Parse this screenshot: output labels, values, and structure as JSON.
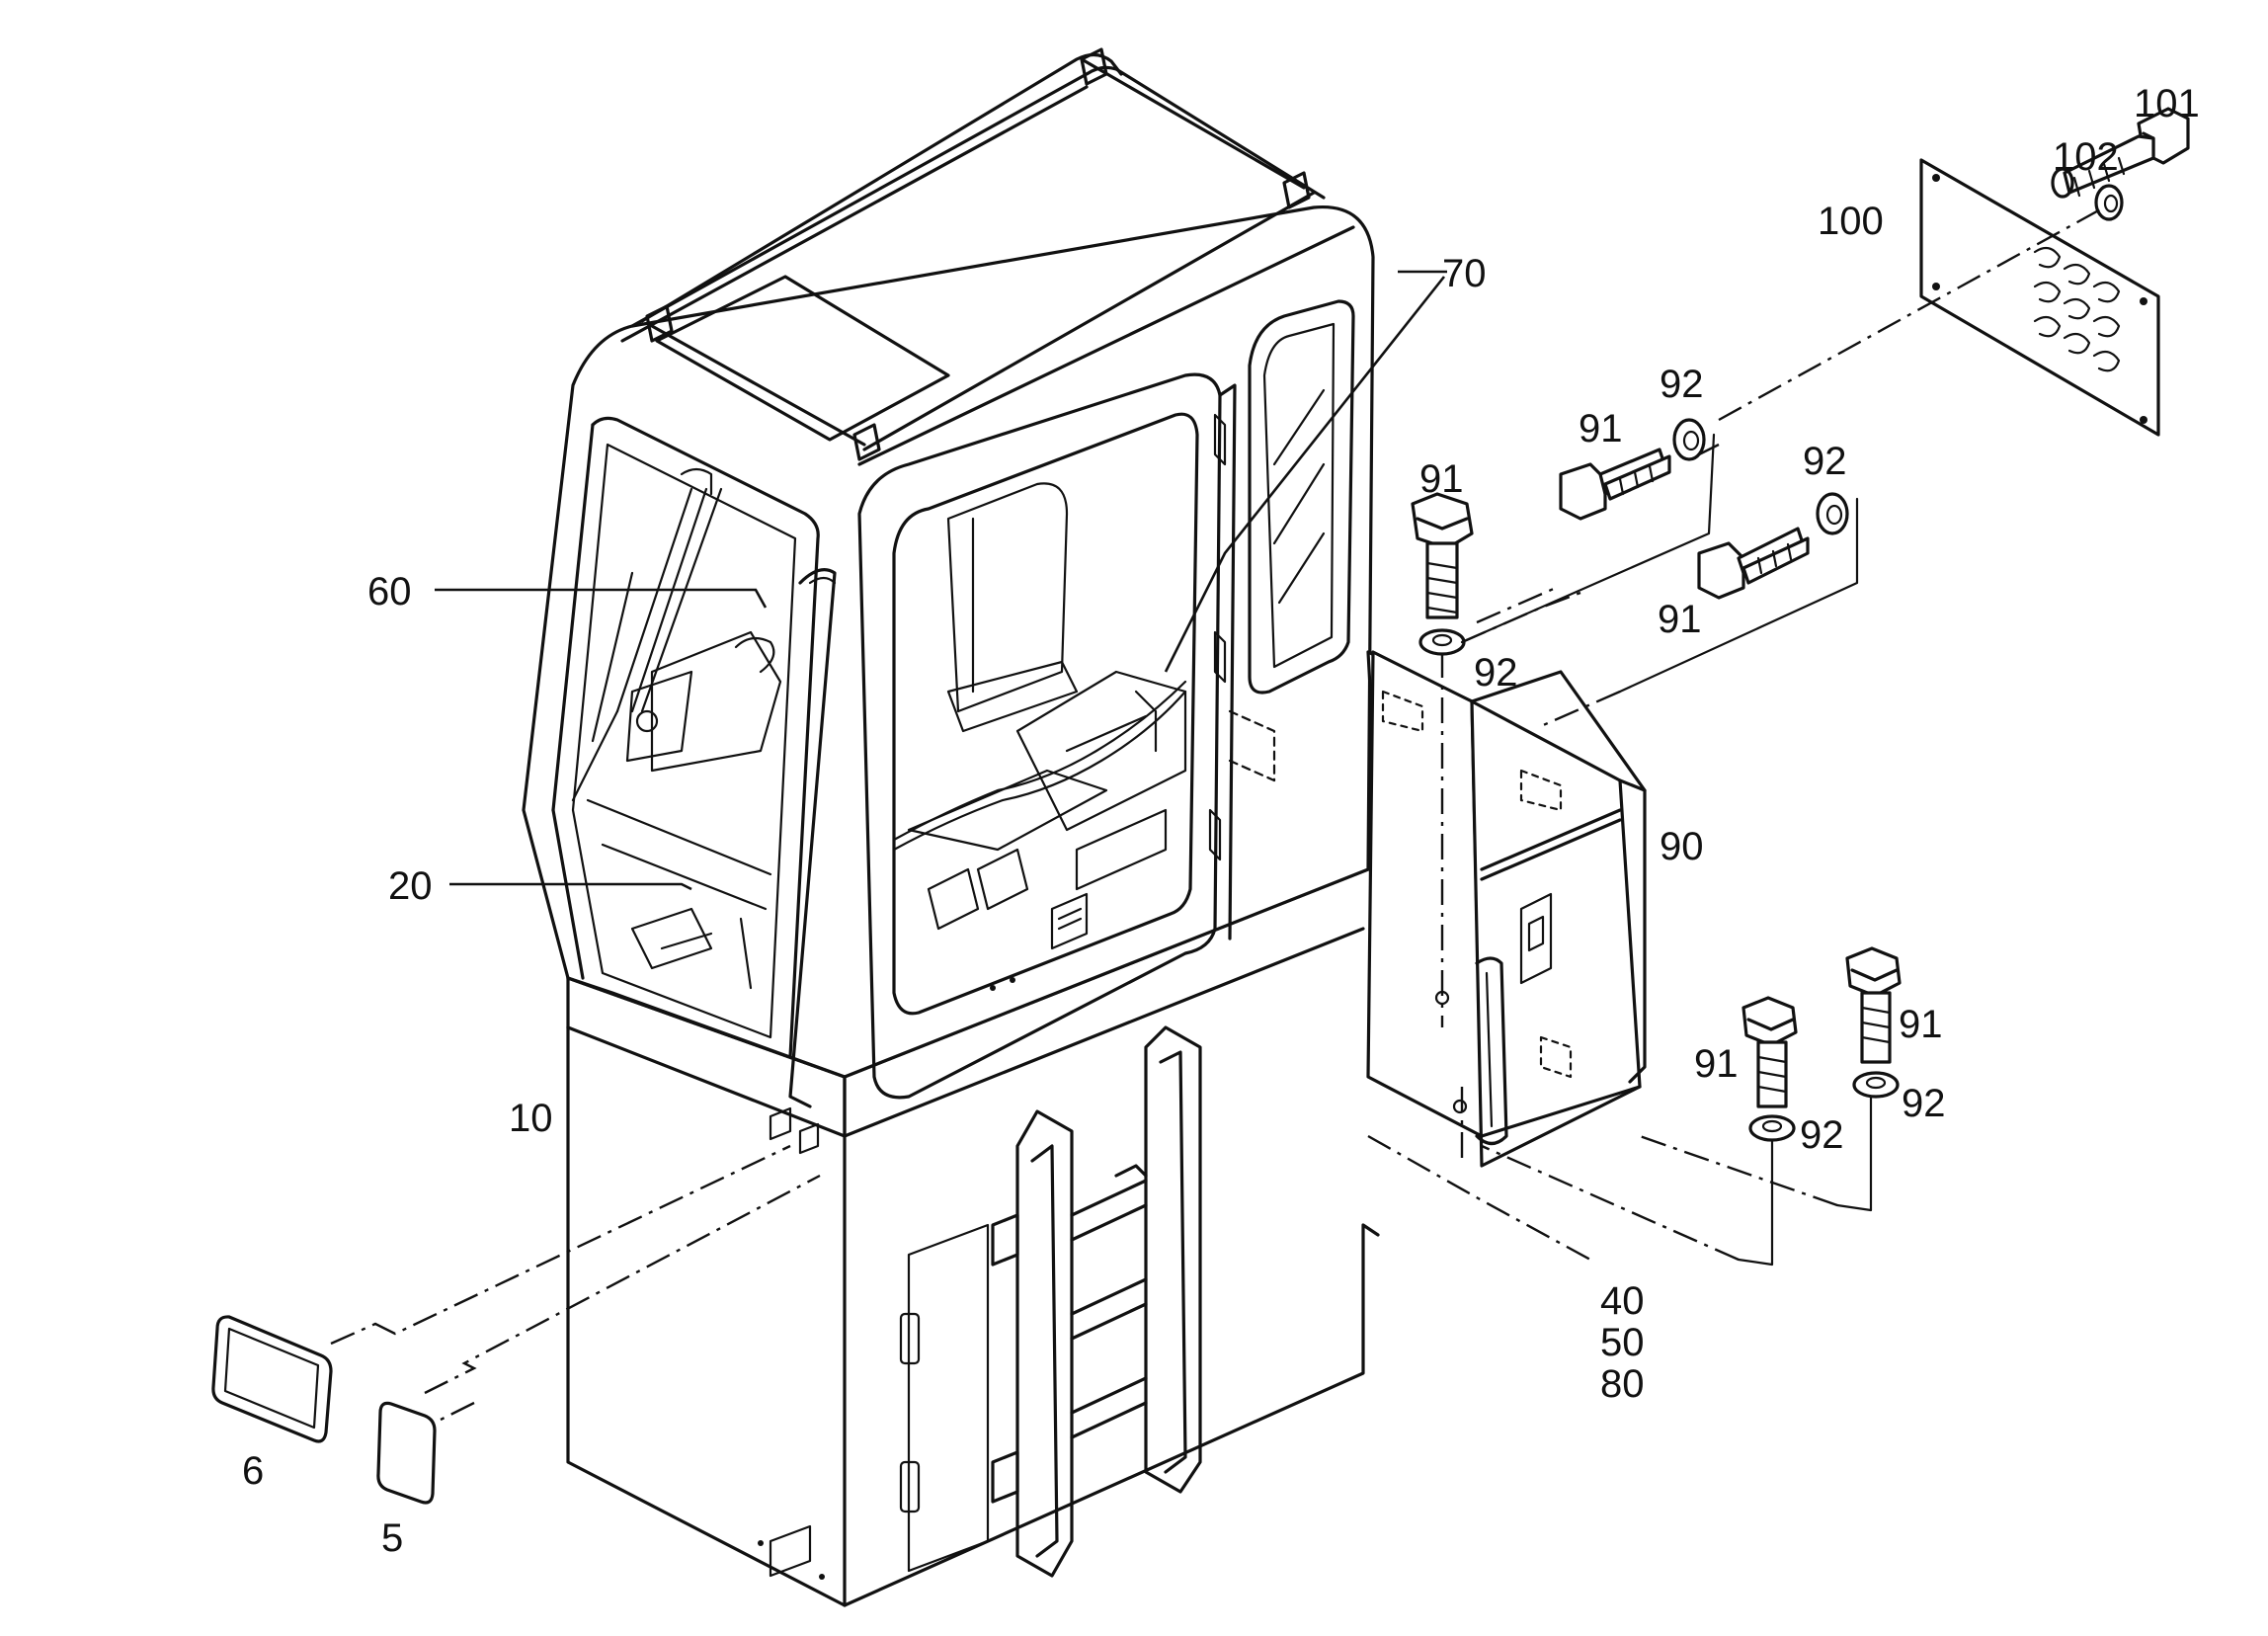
{
  "labels": {
    "l_101": "101",
    "l_102": "102",
    "l_100": "100",
    "l_70": "70",
    "l_92a": "92",
    "l_91a": "91",
    "l_92b": "92",
    "l_91b": "91",
    "l_92c": "92",
    "l_91c": "91",
    "l_60": "60",
    "l_20": "20",
    "l_90": "90",
    "l_10": "10",
    "l_91d": "91",
    "l_91e": "91",
    "l_92d": "92",
    "l_92e": "92",
    "l_40": "40",
    "l_50": "50",
    "l_80": "80",
    "l_6": "6",
    "l_5": "5"
  }
}
